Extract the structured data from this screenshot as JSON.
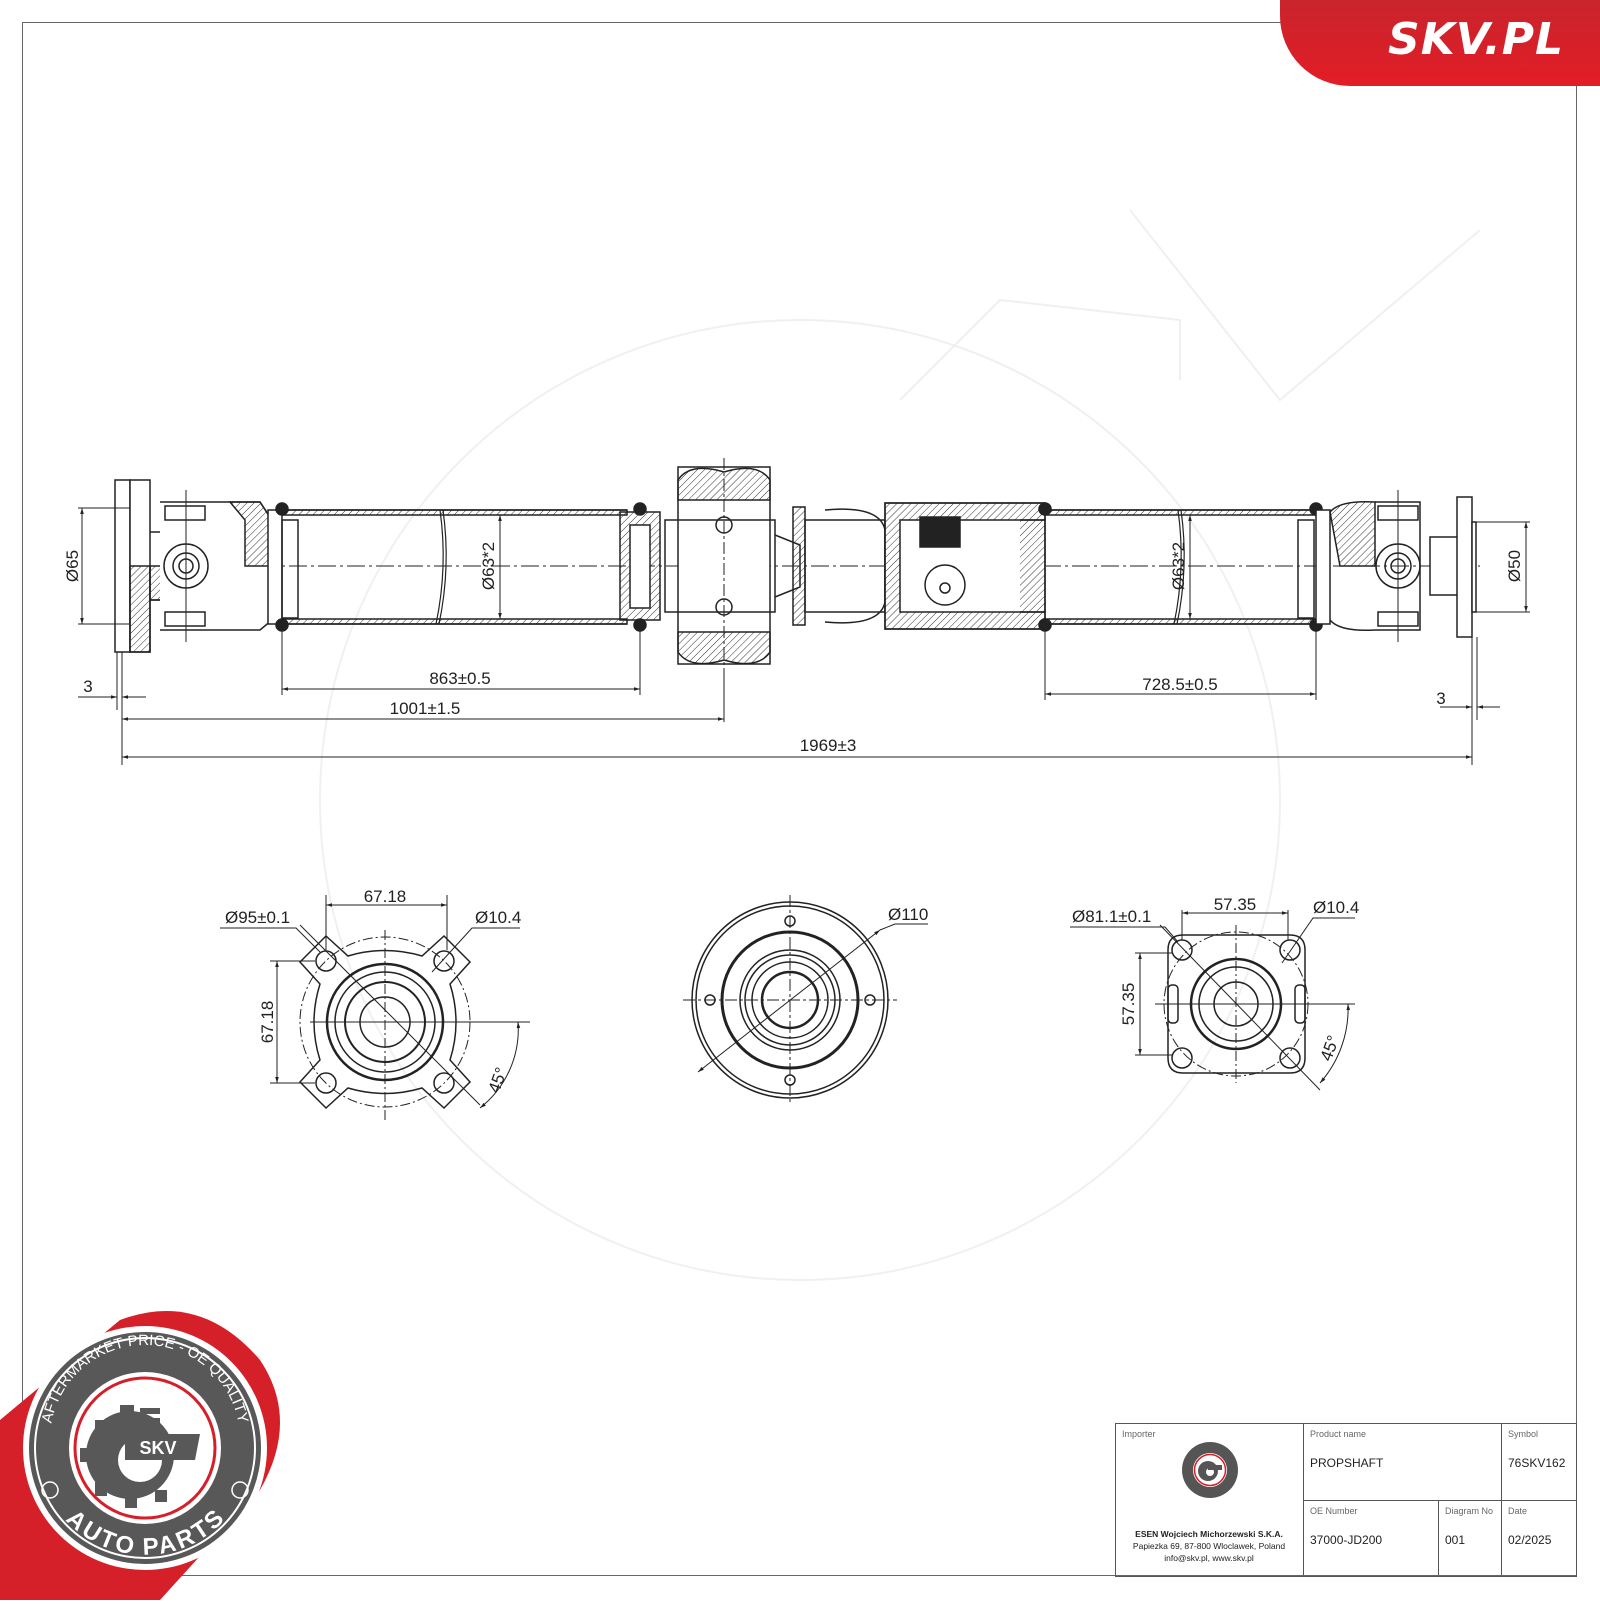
{
  "brand": {
    "site_label": "SKV.PL",
    "accent_color": "#e21d26",
    "badge": {
      "top_text": "AFTERMARKET PRICE - OE QUALITY",
      "center_text": "SKV",
      "bottom_text": "AUTO PARTS",
      "gray_color": "#555555"
    }
  },
  "drawing": {
    "main_view": {
      "left_flange_diameter": "Ø65",
      "right_flange_diameter": "Ø50",
      "tube_diameter_left": "Ø63*2",
      "tube_diameter_right": "Ø63*2",
      "left_tube_length": "863±0.5",
      "left_section_length": "1001±1.5",
      "right_tube_length": "728.5±0.5",
      "total_length": "1969±3",
      "left_flange_thickness": "3",
      "right_flange_thickness": "3"
    },
    "left_flange_view": {
      "pitch_circle": "Ø95±0.1",
      "bolt_hole": "Ø10.4",
      "horizontal_spacing": "67.18",
      "vertical_spacing": "67.18",
      "angle": "45°"
    },
    "center_bearing_view": {
      "outer_diameter": "Ø110"
    },
    "right_flange_view": {
      "pitch_circle": "Ø81.1±0.1",
      "bolt_hole": "Ø10.4",
      "horizontal_spacing": "57.35",
      "vertical_spacing": "57.35",
      "angle": "45°"
    }
  },
  "title_block": {
    "importer_label": "Importer",
    "importer_name": "ESEN Wojciech Michorzewski S.K.A.",
    "importer_address": "Papiezka 69, 87-800 Wloclawek, Poland",
    "importer_contact": "info@skv.pl, www.skv.pl",
    "product_name_label": "Product name",
    "product_name": "PROPSHAFT",
    "symbol_label": "Symbol",
    "symbol": "76SKV162",
    "oe_number_label": "OE Number",
    "oe_number": "37000-JD200",
    "diagram_no_label": "Diagram No",
    "diagram_no": "001",
    "date_label": "Date",
    "date": "02/2025"
  }
}
